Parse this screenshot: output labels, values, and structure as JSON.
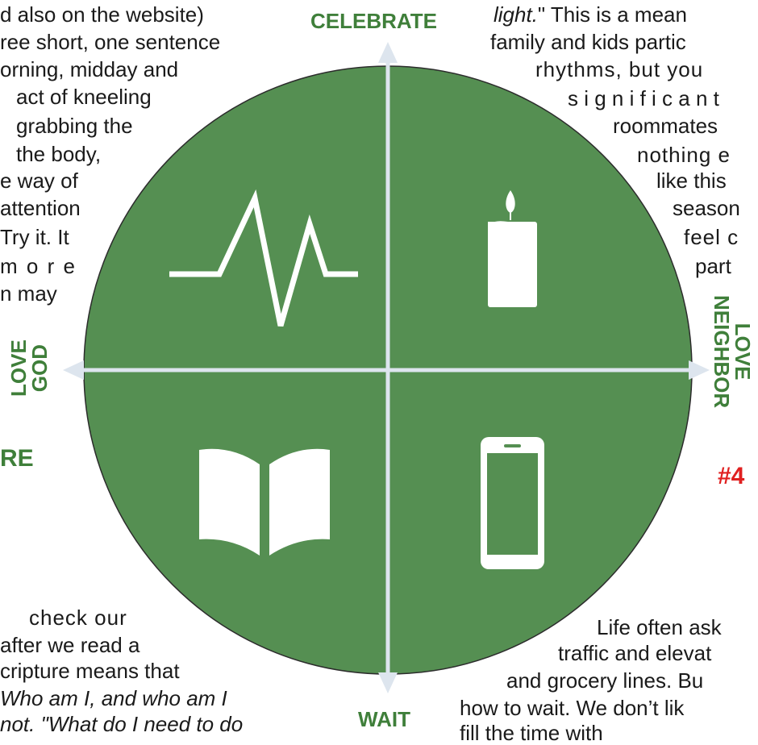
{
  "colors": {
    "accent": "#558f52",
    "label": "#3f7f3a",
    "axis": "#dde5ee",
    "marker": "#e02020"
  },
  "labels": {
    "top": "CELEBRATE",
    "bottom": "WAIT",
    "left_line1": "LOVE",
    "left_line2": "GOD",
    "right_line1": "LOVE",
    "right_line2": "NEIGHBOR"
  },
  "marker_right": "#4",
  "partial_left": "RE",
  "left_top": [
    "d also on the website)",
    "ree short, one sentence",
    "orning, midday and",
    "act of kneeling",
    "grabbing the",
    "the body,",
    "e way of",
    "attention",
    "Try it. It",
    "m o r e",
    "n may"
  ],
  "left_bottom": [
    "check our",
    "after we read a",
    "cripture means that",
    "Who am I, and who am I",
    "not. \"What do I need to do"
  ],
  "right_top_first_italic": "light.",
  "right_top_first_rest": "\" This is a mean",
  "right_top": [
    "family and kids partic",
    "rhythms, but you",
    "s i g n i f i c a n t",
    "roommates",
    "nothing e",
    "like this",
    "season",
    "feel c",
    "part"
  ],
  "right_bottom": [
    "Life often ask",
    "traffic and elevat",
    "and grocery lines. Bu",
    "how to wait. We don’t lik",
    "fill the time with"
  ],
  "icons": [
    "pulse-icon",
    "candle-icon",
    "book-icon",
    "phone-icon"
  ]
}
